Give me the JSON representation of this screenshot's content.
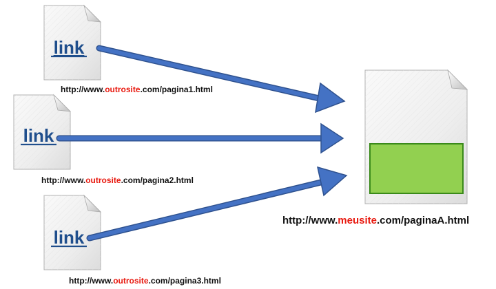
{
  "source_pages": [
    {
      "link_text": "link",
      "url": {
        "prefix": "http://www.",
        "site": "outrosite",
        "suffix": ".com/pagina1.html"
      }
    },
    {
      "link_text": "link",
      "url": {
        "prefix": "http://www.",
        "site": "outrosite",
        "suffix": ".com/pagina2.html"
      }
    },
    {
      "link_text": "link",
      "url": {
        "prefix": "http://www.",
        "site": "outrosite",
        "suffix": ".com/pagina3.html"
      }
    }
  ],
  "target_page": {
    "url": {
      "prefix": "http://www.",
      "site": "meusite",
      "suffix": ".com/paginaA.html"
    },
    "block_color": "#92d050"
  },
  "colors": {
    "arrow": "#4472c4",
    "link": "#1f4e8c",
    "site_highlight": "#e8190f"
  },
  "icons": {
    "source_doc": "document-icon",
    "target_doc": "document-icon"
  }
}
